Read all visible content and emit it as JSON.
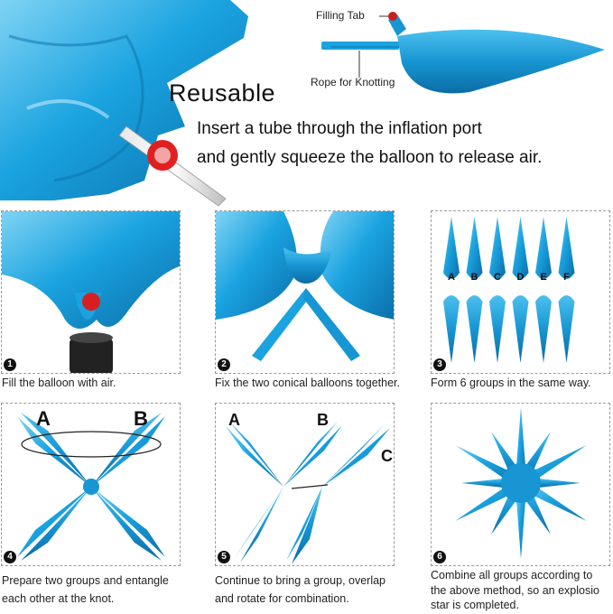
{
  "header": {
    "title": "Reusable",
    "line1": "Insert a tube through the inflation port",
    "line2": "and gently squeeze the balloon to release air.",
    "filling_tab_label": "Filling Tab",
    "rope_label": "Rope for Knotting"
  },
  "steps": [
    {
      "num": "1",
      "caption": "Fill the balloon with air."
    },
    {
      "num": "2",
      "caption": "Fix the two conical balloons together."
    },
    {
      "num": "3",
      "caption": "Form 6 groups in the same way.",
      "group_letters": [
        "A",
        "B",
        "C",
        "D",
        "E",
        "F"
      ]
    },
    {
      "num": "4",
      "caption_line1": "Prepare two groups and entangle",
      "caption_line2": "each other at the knot.",
      "letters": [
        "A",
        "B"
      ]
    },
    {
      "num": "5",
      "caption_line1": "Continue to bring a group, overlap",
      "caption_line2": "and rotate for combination.",
      "letters": [
        "A",
        "B",
        "C"
      ]
    },
    {
      "num": "6",
      "caption_line1": "Combine all groups according to",
      "caption_line2": "the above method, so an explosio",
      "caption_line3": "star is completed."
    }
  ],
  "colors": {
    "balloon": "#1aa3e0",
    "balloon_dark": "#0b6fa8",
    "balloon_light": "#8fd8f5"
  }
}
